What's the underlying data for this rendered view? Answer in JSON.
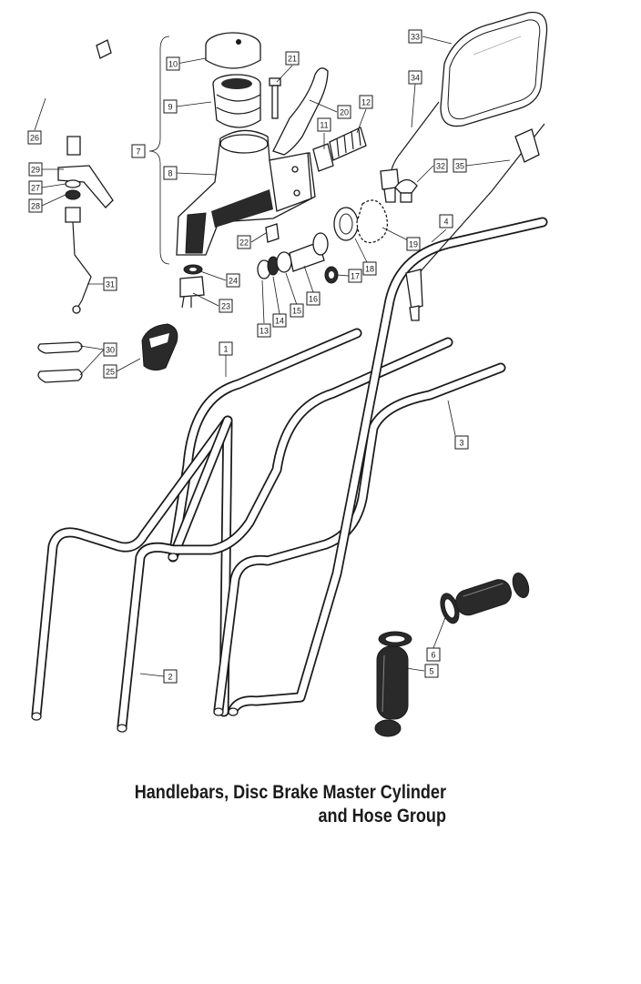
{
  "caption": {
    "line1": "Handlebars, Disc Brake Master Cylinder",
    "line2": "and Hose Group"
  },
  "callouts": [
    "1",
    "2",
    "3",
    "4",
    "5",
    "6",
    "7",
    "8",
    "9",
    "10",
    "11",
    "12",
    "13",
    "14",
    "15",
    "16",
    "17",
    "18",
    "19",
    "20",
    "21",
    "22",
    "23",
    "24",
    "25",
    "26",
    "27",
    "28",
    "29",
    "30",
    "31",
    "32",
    "33",
    "34",
    "35"
  ]
}
